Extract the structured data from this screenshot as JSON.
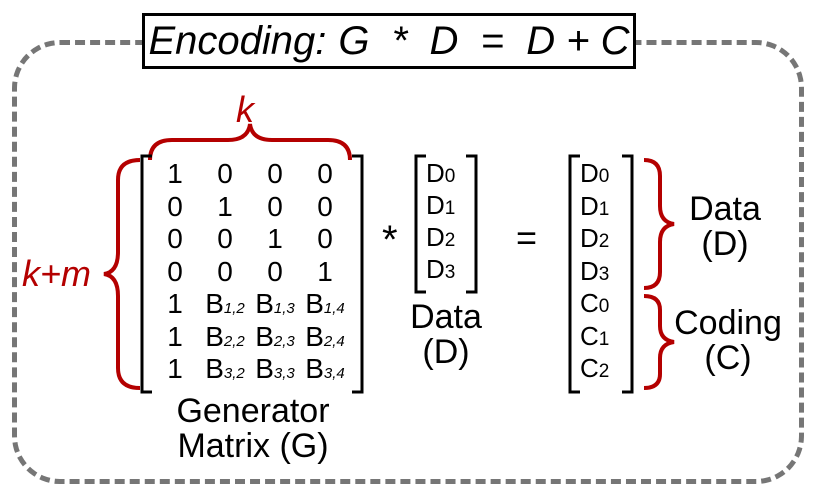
{
  "title": {
    "prefix": "Encoding:",
    "equation": "G  *  D  =  D + C"
  },
  "labels": {
    "k": "k",
    "k_plus_m": "k+m",
    "generator_line1": "Generator",
    "generator_line2": "Matrix (G)",
    "data_vector_line1": "Data",
    "data_vector_line2": "(D)",
    "result_data_line1": "Data",
    "result_data_line2": "(D)",
    "result_coding_line1": "Coding",
    "result_coding_line2": "(C)",
    "multiply": "*",
    "equals": "="
  },
  "generator_matrix": [
    [
      {
        "t": "1"
      },
      {
        "t": "0"
      },
      {
        "t": "0"
      },
      {
        "t": "0"
      }
    ],
    [
      {
        "t": "0"
      },
      {
        "t": "1"
      },
      {
        "t": "0"
      },
      {
        "t": "0"
      }
    ],
    [
      {
        "t": "0"
      },
      {
        "t": "0"
      },
      {
        "t": "1"
      },
      {
        "t": "0"
      }
    ],
    [
      {
        "t": "0"
      },
      {
        "t": "0"
      },
      {
        "t": "0"
      },
      {
        "t": "1"
      }
    ],
    [
      {
        "t": "1"
      },
      {
        "t": "B",
        "s": "1,2"
      },
      {
        "t": "B",
        "s": "1,3"
      },
      {
        "t": "B",
        "s": "1,4"
      }
    ],
    [
      {
        "t": "1"
      },
      {
        "t": "B",
        "s": "2,2"
      },
      {
        "t": "B",
        "s": "2,3"
      },
      {
        "t": "B",
        "s": "2,4"
      }
    ],
    [
      {
        "t": "1"
      },
      {
        "t": "B",
        "s": "3,2"
      },
      {
        "t": "B",
        "s": "3,3"
      },
      {
        "t": "B",
        "s": "3,4"
      }
    ]
  ],
  "data_vector": [
    {
      "t": "D",
      "s": "0"
    },
    {
      "t": "D",
      "s": "1"
    },
    {
      "t": "D",
      "s": "2"
    },
    {
      "t": "D",
      "s": "3"
    }
  ],
  "result_vector": [
    {
      "t": "D",
      "s": "0"
    },
    {
      "t": "D",
      "s": "1"
    },
    {
      "t": "D",
      "s": "2"
    },
    {
      "t": "D",
      "s": "3"
    },
    {
      "t": "C",
      "s": "0"
    },
    {
      "t": "C",
      "s": "1"
    },
    {
      "t": "C",
      "s": "2"
    }
  ],
  "colors": {
    "accent": "#b40000",
    "frame": "#767676",
    "ink": "#000000"
  }
}
